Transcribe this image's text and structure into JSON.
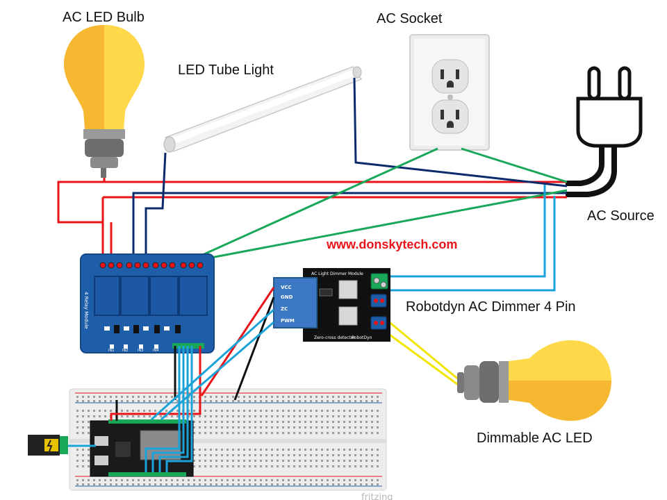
{
  "labels": {
    "ac_led_bulb": "AC LED Bulb",
    "led_tube_light": "LED Tube Light",
    "ac_socket": "AC Socket",
    "ac_source": "AC Source",
    "website": "www.donskytech.com",
    "dimmer": "Robotdyn AC Dimmer 4 Pin",
    "dimmable_led": "Dimmable  AC LED",
    "fritzing": "fritzing"
  },
  "relay_module": {
    "side_text": "4 Relay Module",
    "pins": [
      "IN1",
      "IN2",
      "IN3",
      "IN4"
    ]
  },
  "dimmer_module": {
    "title": "AC Light Dimmer Module",
    "brand": "RobotDyn",
    "zc_label": "Zero-cross detector",
    "pins": [
      "VCC",
      "GND",
      "ZC",
      "PWM"
    ]
  },
  "colors": {
    "red_wire": "#e8141a",
    "navy_wire": "#0b2a6b",
    "green_wire": "#19a85a",
    "cyan_wire": "#1aa3d8",
    "yellow_wire": "#f2e600",
    "bulb_yellow": "#f6b830",
    "bulb_light": "#ffd94a",
    "relay_blue": "#1e5ea8",
    "dimmer_black": "#111111"
  }
}
